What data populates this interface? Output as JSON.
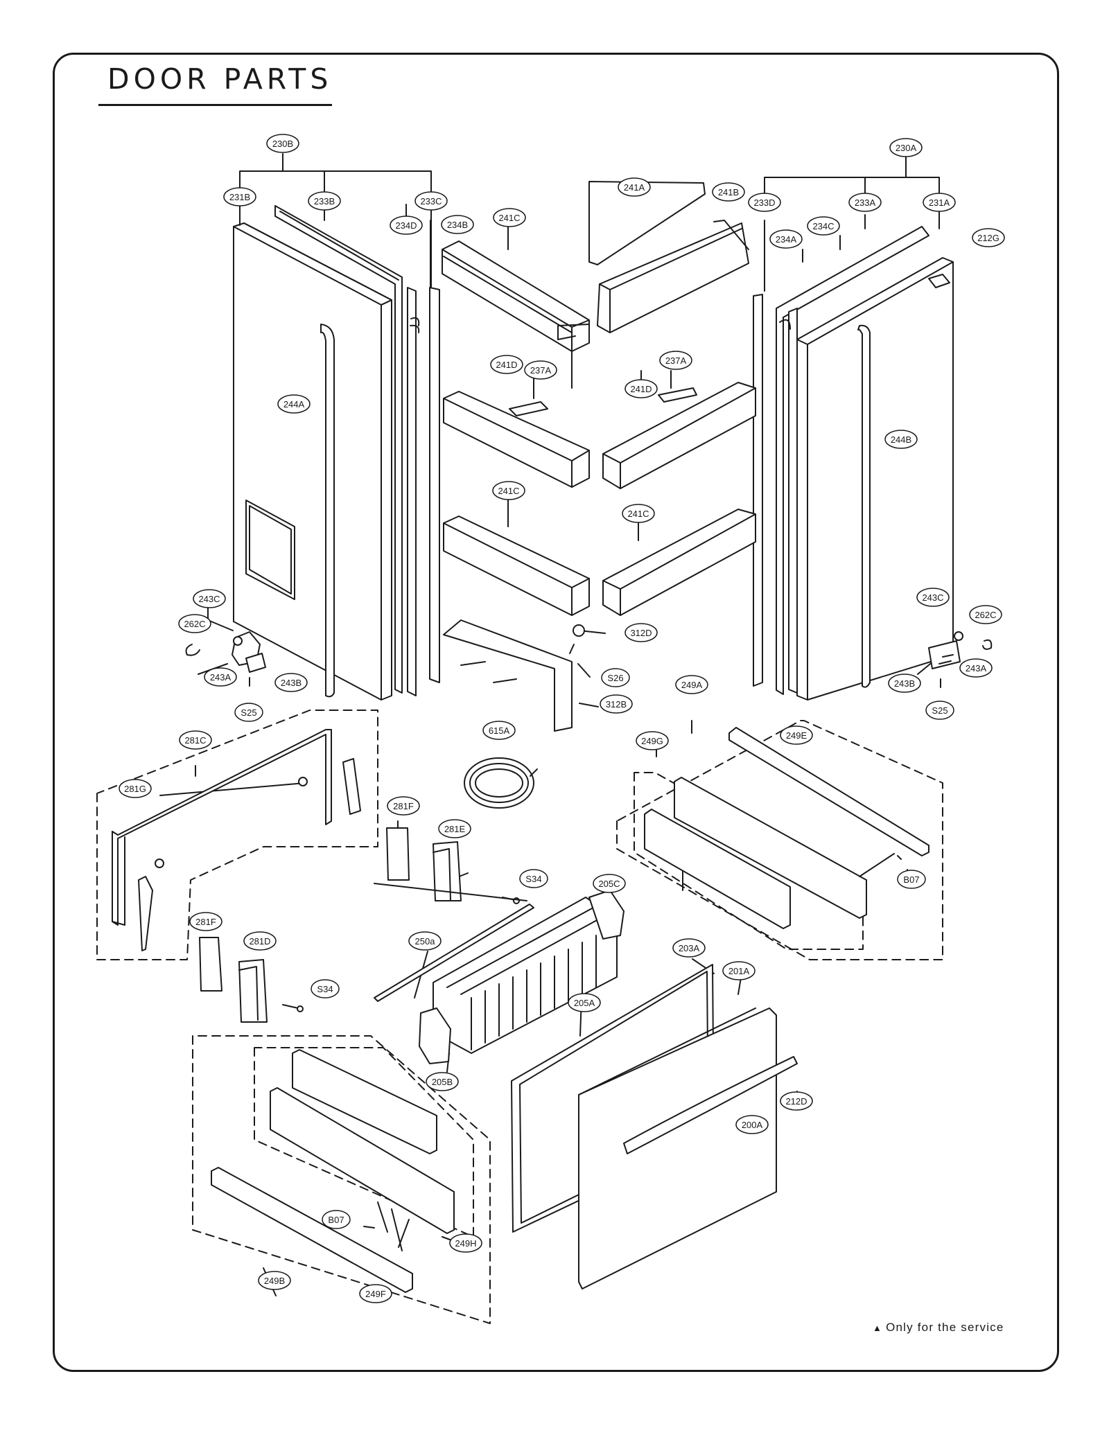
{
  "title": "DOOR PARTS",
  "footnote": {
    "marker": "▲",
    "text": "Only for the service"
  },
  "part_labels": [
    {
      "id": "230B"
    },
    {
      "id": "231B"
    },
    {
      "id": "233B"
    },
    {
      "id": "233C"
    },
    {
      "id": "234D"
    },
    {
      "id": "234B"
    },
    {
      "id": "241C"
    },
    {
      "id": "241A"
    },
    {
      "id": "241B"
    },
    {
      "id": "233D"
    },
    {
      "id": "230A"
    },
    {
      "id": "233A"
    },
    {
      "id": "231A"
    },
    {
      "id": "234C"
    },
    {
      "id": "234A"
    },
    {
      "id": "212G"
    },
    {
      "id": "244A"
    },
    {
      "id": "241D"
    },
    {
      "id": "237A"
    },
    {
      "id": "237A"
    },
    {
      "id": "241D"
    },
    {
      "id": "244B"
    },
    {
      "id": "241C"
    },
    {
      "id": "241C"
    },
    {
      "id": "243C"
    },
    {
      "id": "262C"
    },
    {
      "id": "243A"
    },
    {
      "id": "243B"
    },
    {
      "id": "S25"
    },
    {
      "id": "312D"
    },
    {
      "id": "S26"
    },
    {
      "id": "312B"
    },
    {
      "id": "243C"
    },
    {
      "id": "262C"
    },
    {
      "id": "243A"
    },
    {
      "id": "243B"
    },
    {
      "id": "S25"
    },
    {
      "id": "281C"
    },
    {
      "id": "281G"
    },
    {
      "id": "615A"
    },
    {
      "id": "249A"
    },
    {
      "id": "249G"
    },
    {
      "id": "249E"
    },
    {
      "id": "281F"
    },
    {
      "id": "281E"
    },
    {
      "id": "S34"
    },
    {
      "id": "B07"
    },
    {
      "id": "205C"
    },
    {
      "id": "281F"
    },
    {
      "id": "281D"
    },
    {
      "id": "250a"
    },
    {
      "id": "S34"
    },
    {
      "id": "203A"
    },
    {
      "id": "201A"
    },
    {
      "id": "205A"
    },
    {
      "id": "205B"
    },
    {
      "id": "212D"
    },
    {
      "id": "200A"
    },
    {
      "id": "B07"
    },
    {
      "id": "249H"
    },
    {
      "id": "249B"
    },
    {
      "id": "249F"
    }
  ]
}
